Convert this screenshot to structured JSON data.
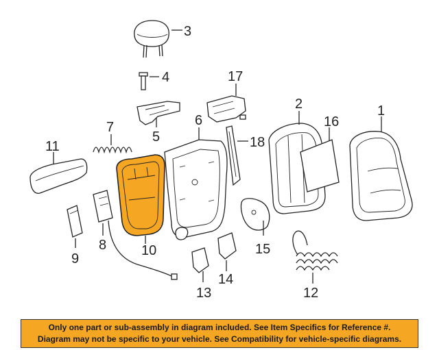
{
  "callouts": {
    "c1": "1",
    "c2": "2",
    "c3": "3",
    "c4": "4",
    "c5": "5",
    "c6": "6",
    "c7": "7",
    "c8": "8",
    "c9": "9",
    "c10": "10",
    "c11": "11",
    "c12": "12",
    "c13": "13",
    "c14": "14",
    "c15": "15",
    "c16": "16",
    "c17": "17",
    "c18": "18"
  },
  "banner": {
    "line1": "Only one part or sub-assembly in diagram included. See Item Specifics for Reference #.",
    "line2": "Diagram may not be specific to your vehicle. See Compatibility for vehicle-specific diagrams."
  },
  "colors": {
    "highlight": "#f5a623",
    "banner_bg": "#f5a623",
    "line": "#222222"
  }
}
